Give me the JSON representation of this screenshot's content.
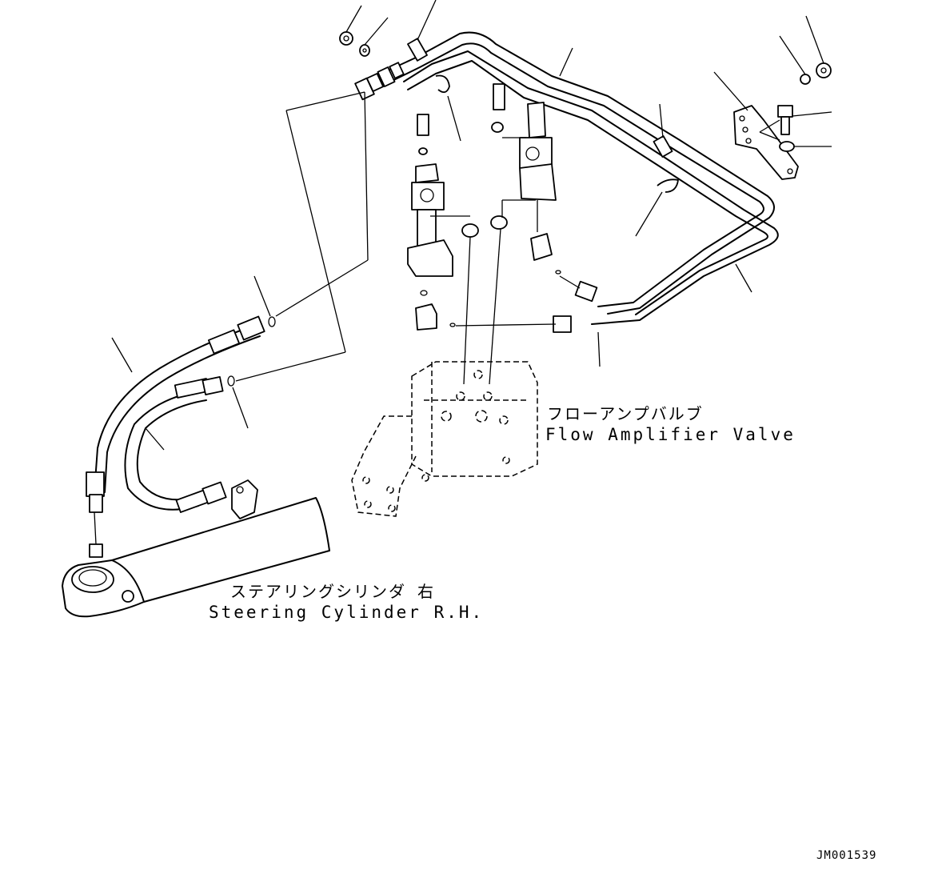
{
  "labels": {
    "flow_amplifier_valve_jp": "フローアンプバルブ",
    "flow_amplifier_valve_en": "Flow Amplifier Valve",
    "steering_cylinder_jp": "ステアリングシリンダ 右",
    "steering_cylinder_en": "Steering Cylinder R.H."
  },
  "document_code": "JM001539",
  "colors": {
    "line": "#000000",
    "background": "#ffffff"
  }
}
